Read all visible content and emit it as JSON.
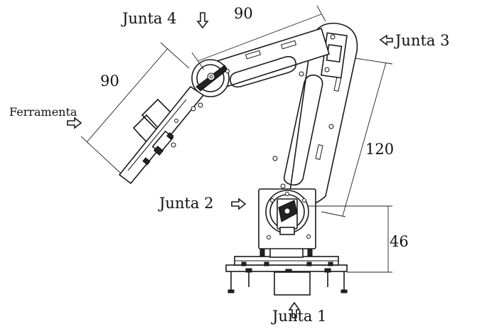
{
  "labels": {
    "junta1": "Junta 1",
    "junta2": "Junta 2",
    "junta3": "Junta 3",
    "junta4": "Junta 4",
    "ferramenta": "Ferramenta"
  },
  "dimensions": {
    "base_height": "46",
    "link2_length": "120",
    "link3_length": "90",
    "tool_length": "90"
  },
  "colors": {
    "ink": "#1a1a1a",
    "background": "#ffffff"
  },
  "icons": {
    "arrow_right": "outline-arrow-right",
    "arrow_left": "outline-arrow-left",
    "arrow_down": "outline-arrow-down",
    "arrow_up": "outline-arrow-up"
  }
}
